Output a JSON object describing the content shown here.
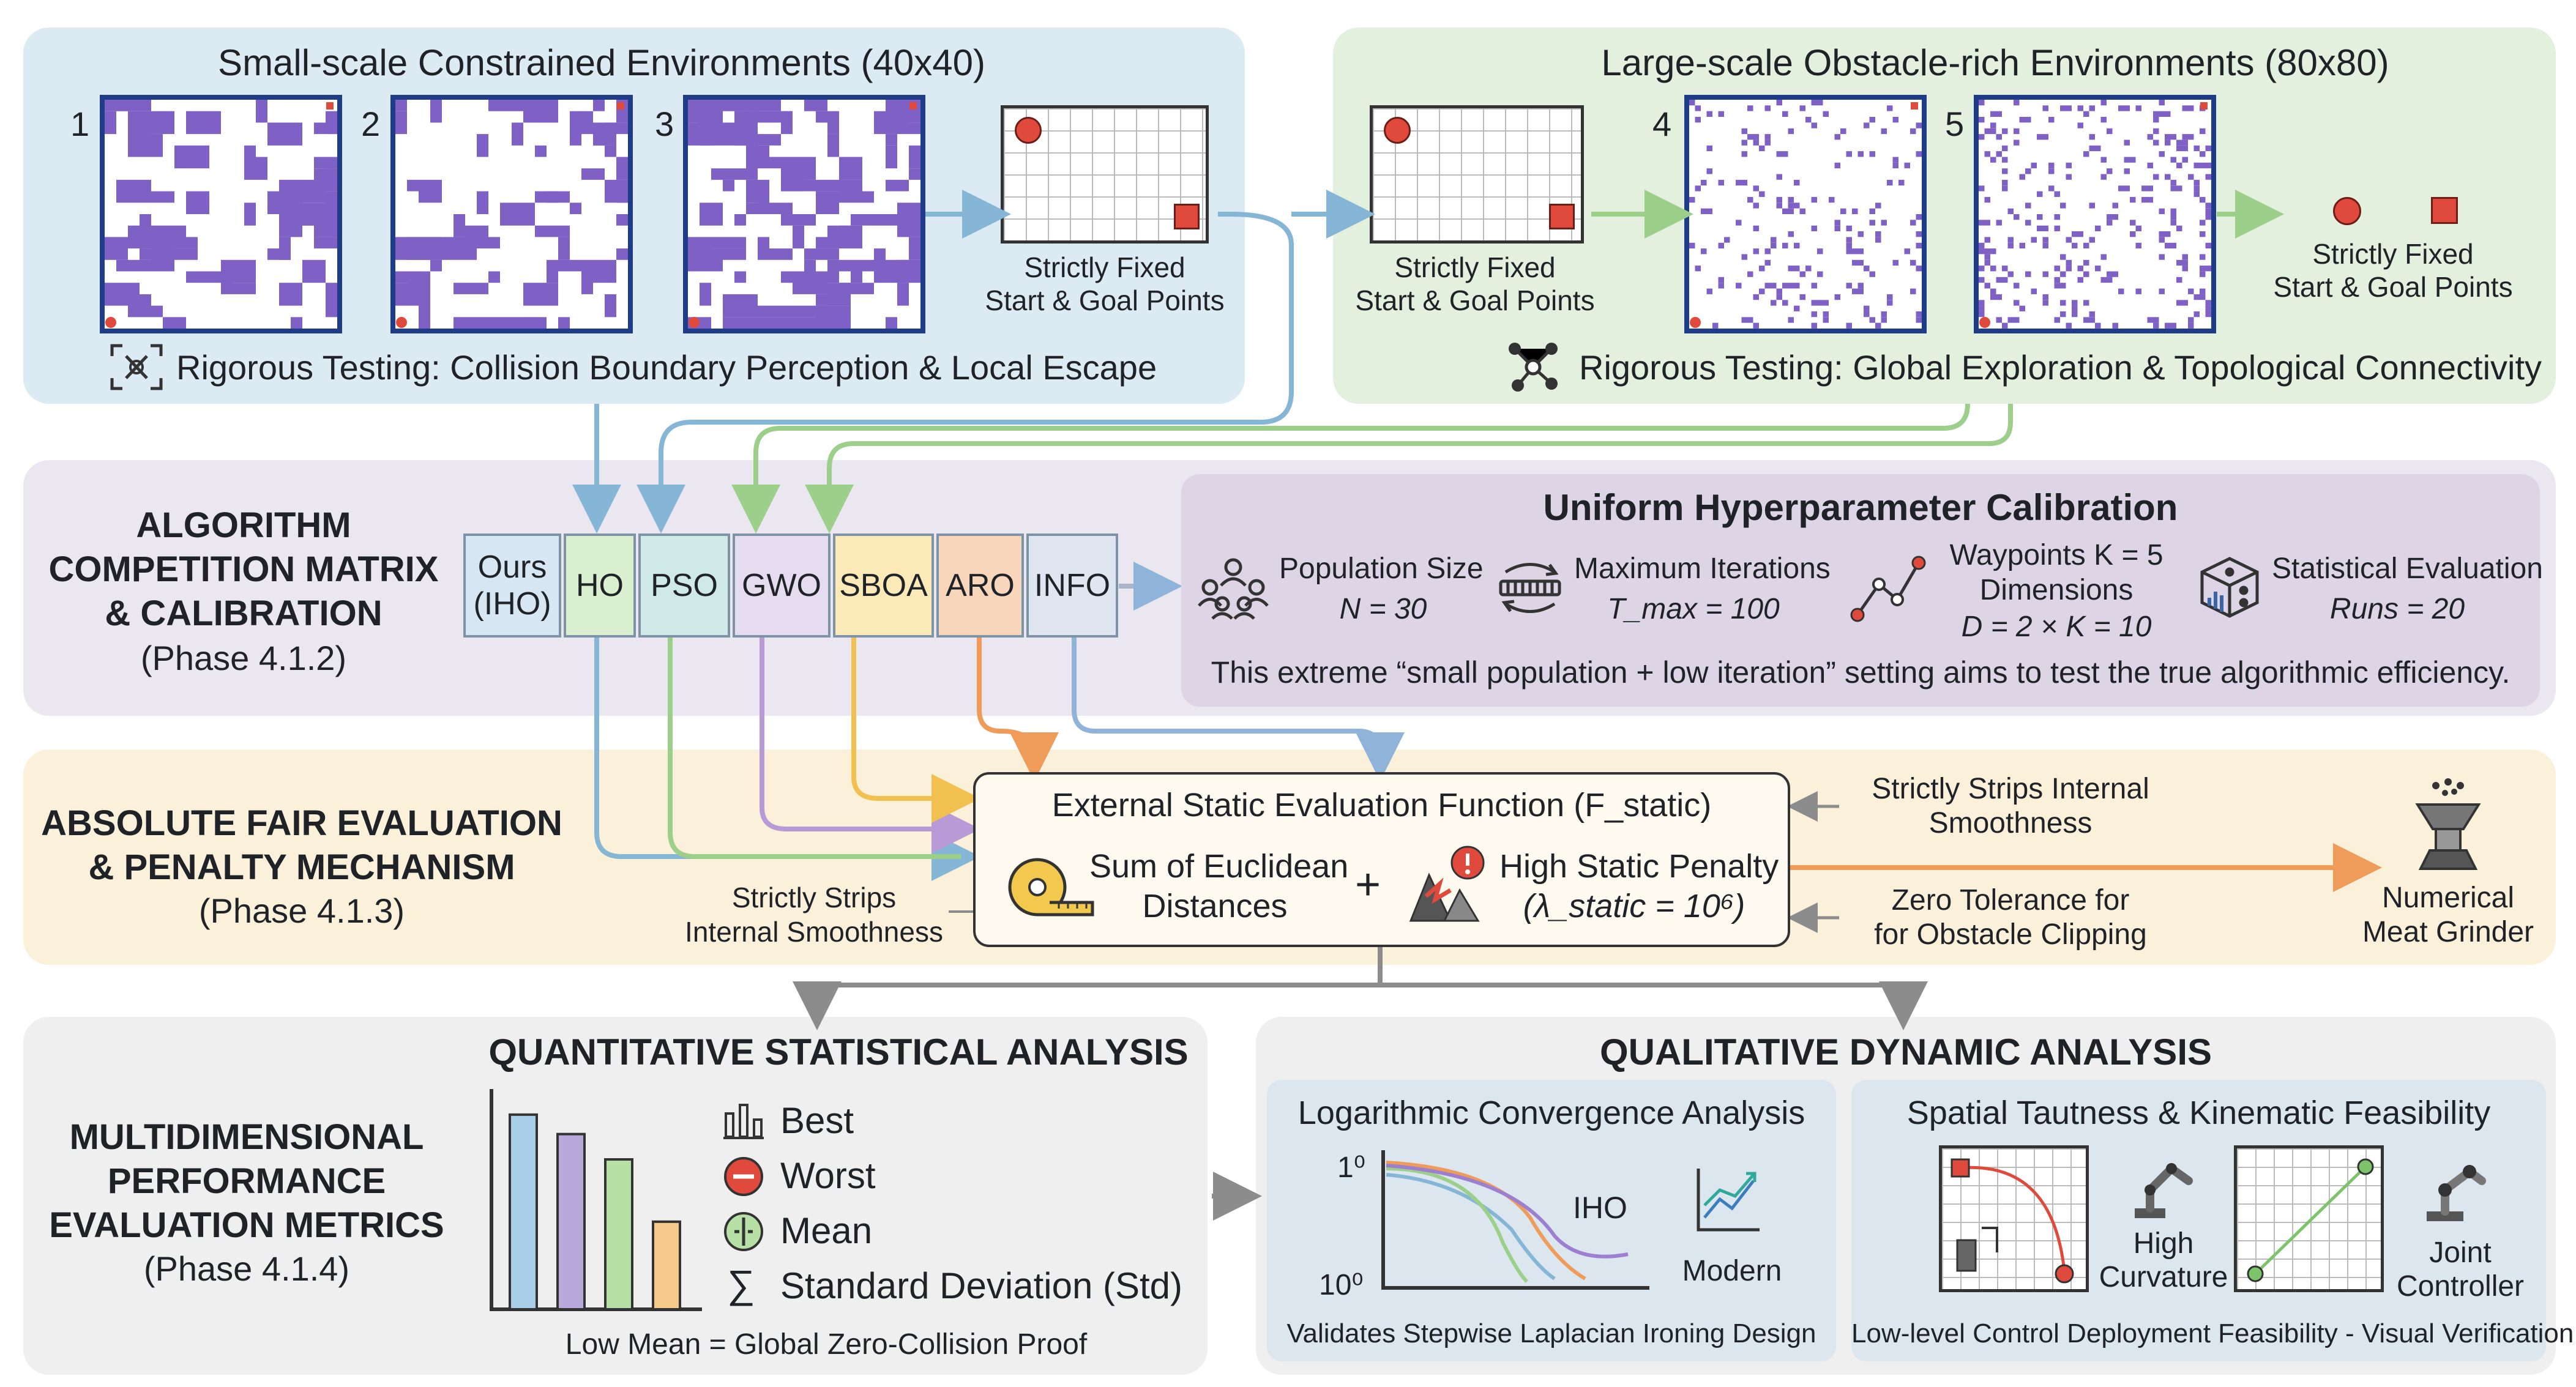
{
  "top": {
    "small": {
      "title": "Small-scale Constrained Environments (40x40)",
      "map_numbers": [
        "1",
        "2",
        "3"
      ],
      "fixed_label_1": "Strictly Fixed",
      "fixed_label_2": "Start & Goal Points",
      "testing": "Rigorous Testing: Collision Boundary Perception & Local Escape"
    },
    "large": {
      "title": "Large-scale Obstacle-rich Environments (80x80)",
      "map_numbers": [
        "4",
        "5"
      ],
      "fixed_a_1": "Strictly Fixed",
      "fixed_a_2": "Start & Goal Points",
      "fixed_b_1": "Strictly Fixed",
      "fixed_b_2": "Start & Goal Points",
      "testing": "Rigorous Testing: Global Exploration & Topological Connectivity"
    }
  },
  "matrix": {
    "title_lines": [
      "ALGORITHM",
      "COMPETITION MATRIX",
      "& CALIBRATION"
    ],
    "phase": "(Phase 4.1.2)",
    "algorithms": [
      {
        "label1": "Ours",
        "label2": "(IHO)",
        "color": "#d6e6f2"
      },
      {
        "label1": "HO",
        "label2": "",
        "color": "#d9efcf"
      },
      {
        "label1": "PSO",
        "label2": "",
        "color": "#cfe9e6"
      },
      {
        "label1": "GWO",
        "label2": "",
        "color": "#e6dcef"
      },
      {
        "label1": "SBOA",
        "label2": "",
        "color": "#fbe9b7"
      },
      {
        "label1": "ARO",
        "label2": "",
        "color": "#f8d6bc"
      },
      {
        "label1": "INFO",
        "label2": "",
        "color": "#dfe6f1"
      }
    ],
    "calibration": {
      "title": "Uniform Hyperparameter Calibration",
      "population_label": "Population Size",
      "population_value": "N = 30",
      "iterations_label": "Maximum Iterations",
      "iterations_value": "T_max = 100",
      "waypoints_label": "Waypoints K = 5",
      "dimensions_label": "Dimensions",
      "dimensions_value": "D = 2 × K = 10",
      "statistical_label": "Statistical Evaluation",
      "statistical_value": "Runs = 20",
      "note": "This extreme “small population + low iteration” setting aims to test the true algorithmic efficiency."
    }
  },
  "fair": {
    "title_lines": [
      "ABSOLUTE FAIR EVALUATION",
      "& PENALTY MECHANISM"
    ],
    "phase": "(Phase 4.1.3)",
    "left_strip_1": "Strictly Strips",
    "left_strip_2": "Internal Smoothness",
    "function_title": "External Static Evaluation Function (F_static)",
    "sum_1": "Sum of Euclidean",
    "sum_2": "Distances",
    "plus": "+",
    "penalty_1": "High Static Penalty",
    "penalty_2": "(λ_static = 10⁶)",
    "right_strip_1": "Strictly Strips Internal",
    "right_strip_2": "Smoothness",
    "zero_1": "Zero Tolerance for",
    "zero_2": "for Obstacle Clipping",
    "grinder_1": "Numerical",
    "grinder_2": "Meat Grinder"
  },
  "metrics": {
    "title_lines": [
      "MULTIDIMENSIONAL",
      "PERFORMANCE",
      "EVALUATION METRICS"
    ],
    "phase": "(Phase 4.1.4)",
    "quant_title": "QUANTITATIVE STATISTICAL ANALYSIS",
    "legend": [
      "Best",
      "Worst",
      "Mean",
      "Standard Deviation (Std)"
    ],
    "caption": "Low Mean = Global Zero-Collision Proof",
    "qual_title": "QUALITATIVE DYNAMIC ANALYSIS",
    "log": {
      "title": "Logarithmic Convergence Analysis",
      "y_top": "1⁰",
      "y_bottom": "10⁰",
      "series_label": "IHO",
      "modern": "Modern",
      "caption": "Validates Stepwise Laplacian Ironing Design"
    },
    "spatial": {
      "title": "Spatial Tautness & Kinematic Feasibility",
      "high_1": "High",
      "high_2": "Curvature",
      "joint_1": "Joint",
      "joint_2": "Controller",
      "caption": "Low-level Control Deployment Feasibility - Visual Verification"
    }
  },
  "chart_data": {
    "type": "bar",
    "categories": [
      "",
      "",
      "",
      ""
    ],
    "values": [
      100,
      90,
      77,
      45
    ],
    "ylim": [
      0,
      110
    ],
    "colors": [
      "#a9cfe8",
      "#b9a8dc",
      "#b6e0a6",
      "#f7c98a"
    ],
    "grid": false
  },
  "colors": {
    "top_small_bg": "#dceaf3",
    "top_large_bg": "#e2f0dd",
    "matrix_bg": "#ebe7f0",
    "fair_bg": "#fbf1da",
    "metrics_bg": "#efefef",
    "obstacle": "#7f60c4",
    "start_goal": "#e04a3c",
    "arrow_blue": "#86b6d6",
    "arrow_green": "#9ccf8a",
    "arrow_orange": "#ef9b5a",
    "arrow_gray": "#8c8c8c"
  }
}
